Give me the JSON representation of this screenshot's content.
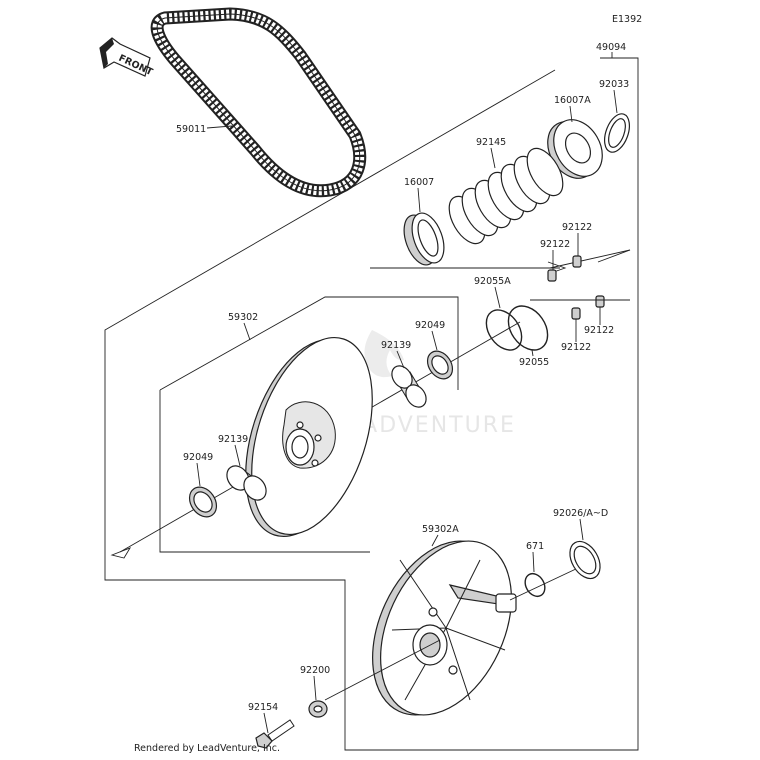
{
  "diagram": {
    "code": "E1392",
    "front_label": "FRONT",
    "watermark": "LEADVENTURE",
    "footer": "Rendered by LeadVenture, Inc.",
    "labels": {
      "p59011": "59011",
      "p49094": "49094",
      "p92033": "92033",
      "p16007A": "16007A",
      "p92145": "92145",
      "p16007": "16007",
      "p92122_a": "92122",
      "p92122_b": "92122",
      "p92122_c": "92122",
      "p92122_d": "92122",
      "p92055A": "92055A",
      "p92055": "92055",
      "p59302": "59302",
      "p92049_a": "92049",
      "p92139_a": "92139",
      "p92139_b": "92139",
      "p92049_b": "92049",
      "p59302A": "59302A",
      "p92026": "92026/A~D",
      "p671": "671",
      "p92200": "92200",
      "p92154": "92154"
    }
  }
}
